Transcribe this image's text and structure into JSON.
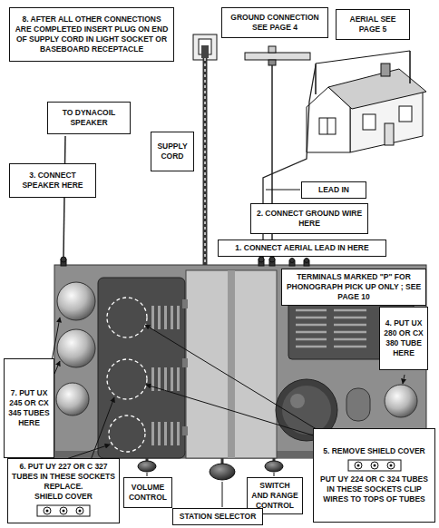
{
  "diagram": {
    "nodes": [
      {
        "text": [
          "8. AFTER ALL OTHER CONNECTIONS ARE COMPLETED INSERT PLUG ON END OF SUPPLY CORD IN LIGHT SOCKET OR BASEBOARD RECEPTACLE"
        ]
      },
      {
        "text": [
          "GROUND CONNECTION SEE PAGE 4"
        ]
      },
      {
        "text": [
          "AERIAL SEE PAGE 5"
        ]
      },
      {
        "text": [
          "TO DYNACOIL SPEAKER"
        ]
      },
      {
        "text": [
          "SUPPLY CORD"
        ]
      },
      {
        "text": [
          "3. CONNECT SPEAKER HERE"
        ]
      },
      {
        "text": [
          "LEAD IN"
        ]
      },
      {
        "text": [
          "2. CONNECT GROUND WIRE HERE"
        ]
      },
      {
        "text": [
          "1. CONNECT AERIAL LEAD IN HERE"
        ]
      },
      {
        "text": [
          "TERMINALS MARKED \"P\" FOR PHONOGRAPH PICK UP ONLY ; SEE PAGE 10"
        ]
      },
      {
        "text": [
          "4. PUT UX 280 OR CX 380 TUBE HERE"
        ]
      },
      {
        "text": [
          "7. PUT UX 245 OR CX 345 TUBES HERE"
        ]
      },
      {
        "text": [
          "5. REMOVE SHIELD COVER",
          "PUT UY 224 OR C 324 TUBES IN THESE SOCKETS CLIP WIRES TO TOPS OF TUBES"
        ]
      },
      {
        "text": [
          "6. PUT UY 227 OR C 327 TUBES IN THESE SOCKETS REPLACE.",
          "SHIELD COVER"
        ]
      },
      {
        "text": [
          "VOLUME CONTROL"
        ]
      },
      {
        "text": [
          "SWITCH AND RANGE CONTROL"
        ]
      },
      {
        "text": [
          "STATION SELECTOR"
        ]
      }
    ]
  }
}
